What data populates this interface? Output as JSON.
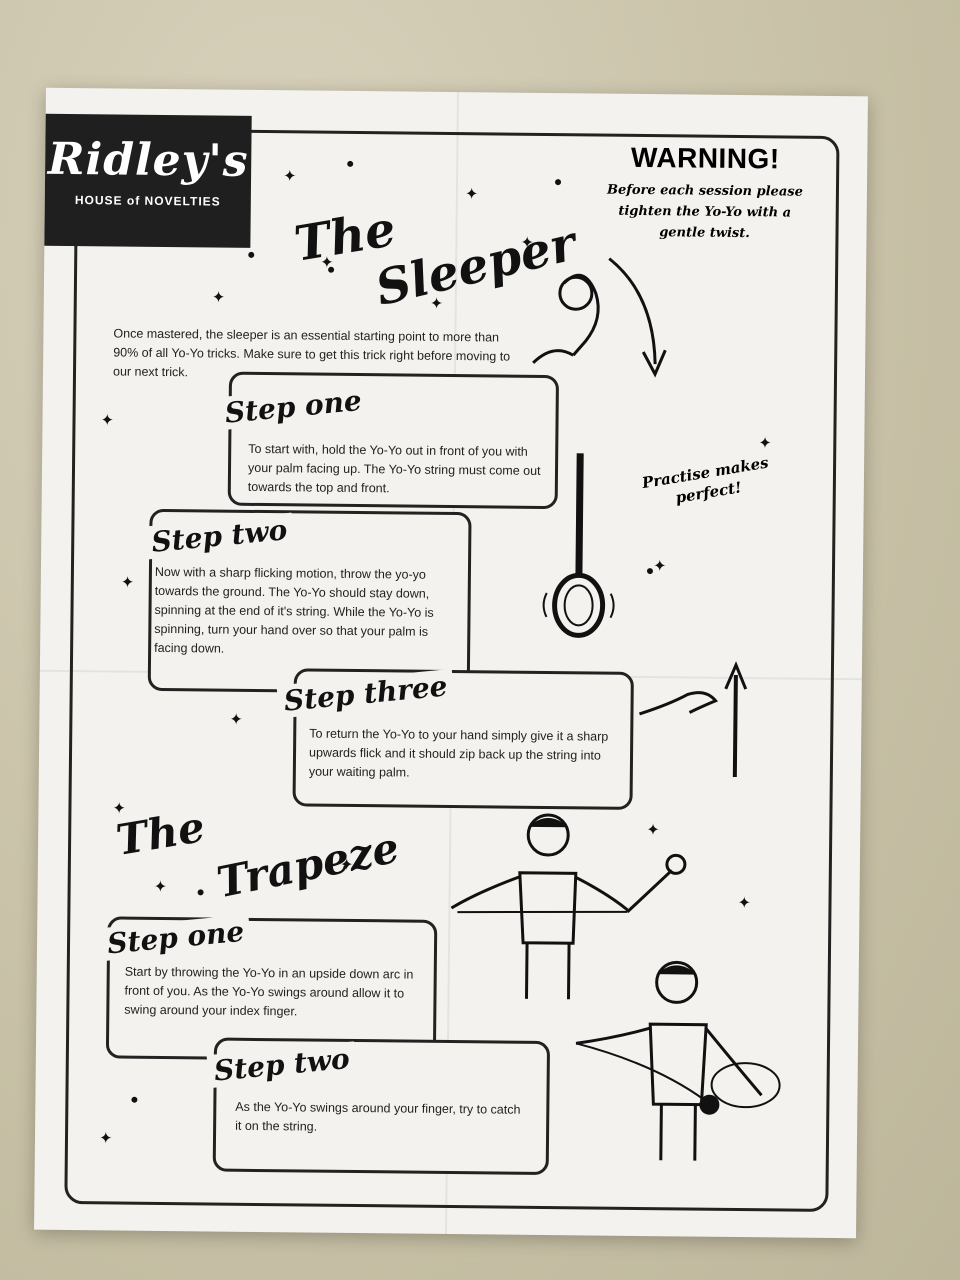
{
  "brand": {
    "name": "Ridley's",
    "tagline": "HOUSE of NOVELTIES"
  },
  "sleeper": {
    "title_line1": "The",
    "title_line2": "Sleeper",
    "intro": "Once mastered, the sleeper is an essential starting point to more than 90% of all Yo-Yo tricks. Make sure to get this trick right before moving to our next trick.",
    "steps": [
      {
        "title": "Step one",
        "text": "To start with, hold the Yo-Yo out in front of you with your palm facing up. The Yo-Yo string must come out towards the top and front."
      },
      {
        "title": "Step two",
        "text": "Now with a sharp flicking motion, throw the yo-yo towards the ground. The Yo-Yo should stay down, spinning at the end of it's string. While the Yo-Yo is spinning, turn your hand over so that your palm is facing down."
      },
      {
        "title": "Step three",
        "text": "To return the Yo-Yo to your hand simply give it a sharp upwards flick and it should zip back up the string into your waiting palm."
      }
    ]
  },
  "warning": {
    "title": "WARNING!",
    "text": "Before each session please tighten the Yo-Yo with a gentle twist."
  },
  "practise": "Practise makes perfect!",
  "trapeze": {
    "title_line1": "The",
    "title_line2": "Trapeze",
    "steps": [
      {
        "title": "Step one",
        "text": "Start by throwing the Yo-Yo in an upside down arc in front of you. As the Yo-Yo swings around allow it to swing around your index finger."
      },
      {
        "title": "Step two",
        "text": "As the Yo-Yo swings around your finger, try to catch it on the string."
      }
    ]
  }
}
